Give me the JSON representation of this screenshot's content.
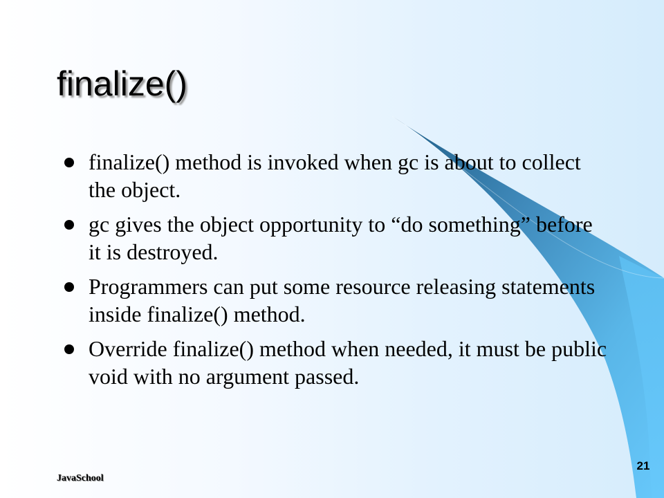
{
  "slide": {
    "title": "finalize()",
    "bullets": [
      "finalize() method is invoked when gc is about to collect the object.",
      "gc gives the object opportunity to “do something” before it is destroyed.",
      "Programmers can put some resource releasing statements inside finalize() method.",
      "Override finalize() method when needed, it must be public void with no argument passed."
    ],
    "footer": "JavaSchool",
    "page_number": "21"
  },
  "colors": {
    "background_light": "#ffffff",
    "background_tint": "#d5ecfc",
    "swoosh_dark": "#2b6a93",
    "swoosh_mid": "#4f9fcf",
    "swoosh_light": "#67c8fb"
  }
}
